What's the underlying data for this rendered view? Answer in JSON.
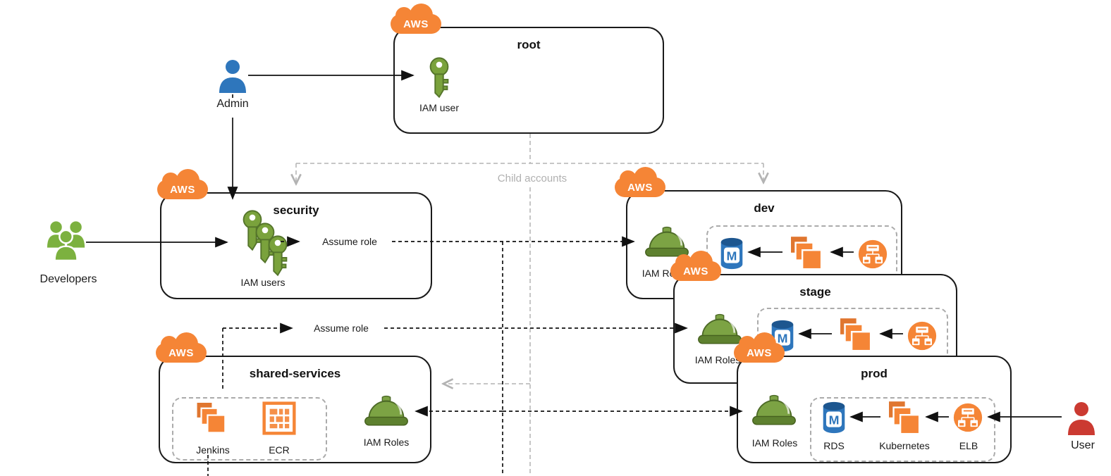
{
  "badge_label": "AWS",
  "labels": {
    "child_accounts": "Child accounts",
    "assume_role_security": "Assume role",
    "assume_role_shared": "Assume role"
  },
  "actors": {
    "admin": "Admin",
    "developers": "Developers",
    "user": "User"
  },
  "accounts": {
    "root": {
      "title": "root",
      "iam_user": "IAM user"
    },
    "security": {
      "title": "security",
      "iam_users": "IAM users"
    },
    "shared": {
      "title": "shared-services",
      "jenkins": "Jenkins",
      "ecr": "ECR",
      "iam_roles": "IAM Roles"
    },
    "dev": {
      "title": "dev",
      "iam_roles": "IAM Roles"
    },
    "stage": {
      "title": "stage",
      "iam_roles": "IAM Roles"
    },
    "prod": {
      "title": "prod",
      "iam_roles": "IAM Roles",
      "rds": "RDS",
      "kubernetes": "Kubernetes",
      "elb": "ELB"
    }
  },
  "colors": {
    "aws_orange": "#F58536",
    "iam_green": "#7AA23C",
    "rds_blue": "#2E76BC",
    "user_red": "#CB3A31",
    "line_gray": "#B3B3B3",
    "line_black": "#111111"
  }
}
